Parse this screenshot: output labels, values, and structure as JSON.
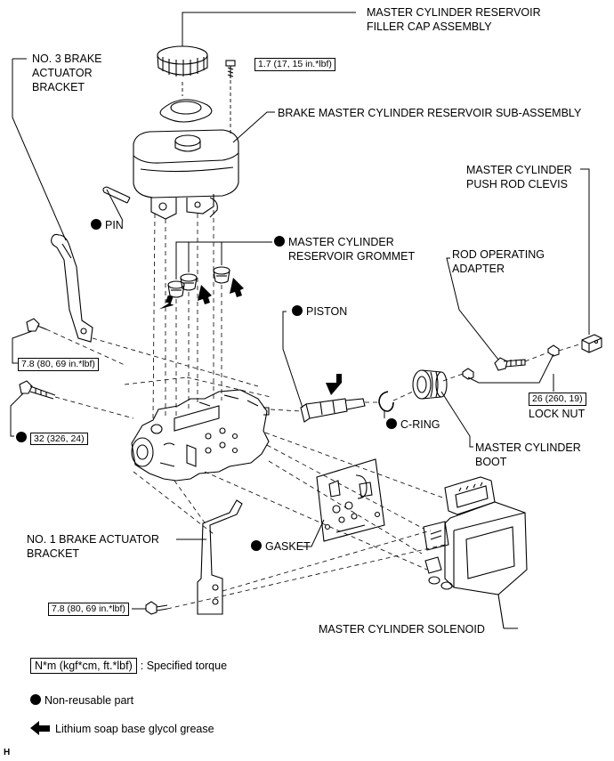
{
  "labels": {
    "filler_cap": [
      "MASTER CYLINDER RESERVOIR",
      "FILLER CAP ASSEMBLY"
    ],
    "no3_bracket": [
      "NO. 3 BRAKE",
      "ACTUATOR",
      "BRACKET"
    ],
    "reservoir_sub": "BRAKE MASTER CYLINDER RESERVOIR SUB-ASSEMBLY",
    "push_rod_clevis": [
      "MASTER CYLINDER",
      "PUSH ROD CLEVIS"
    ],
    "pin": "PIN",
    "grommet": [
      "MASTER CYLINDER",
      "RESERVOIR GROMMET"
    ],
    "rod_adapter": [
      "ROD OPERATING",
      "ADAPTER"
    ],
    "piston": "PISTON",
    "c_ring": "C-RING",
    "boot": [
      "MASTER CYLINDER",
      "BOOT"
    ],
    "lock_nut": "LOCK NUT",
    "gasket": "GASKET",
    "no1_bracket": [
      "NO. 1 BRAKE ACTUATOR",
      "BRACKET"
    ],
    "solenoid": "MASTER CYLINDER SOLENOID"
  },
  "torques": {
    "screw": "1.7 (17, 15 in.*lbf)",
    "bracket3_bolt": "7.8 (80, 69 in.*lbf)",
    "long_bolt": "32 (326, 24)",
    "lock_nut": "26 (260, 19)",
    "bracket1_bolt": "7.8 (80, 69 in.*lbf)"
  },
  "legend": {
    "torque_box": "N*m (kgf*cm, ft.*lbf)",
    "torque_text": ": Specified torque",
    "non_reusable": "Non-reusable part",
    "grease": "Lithium soap base glycol grease"
  },
  "corner_code": "H"
}
